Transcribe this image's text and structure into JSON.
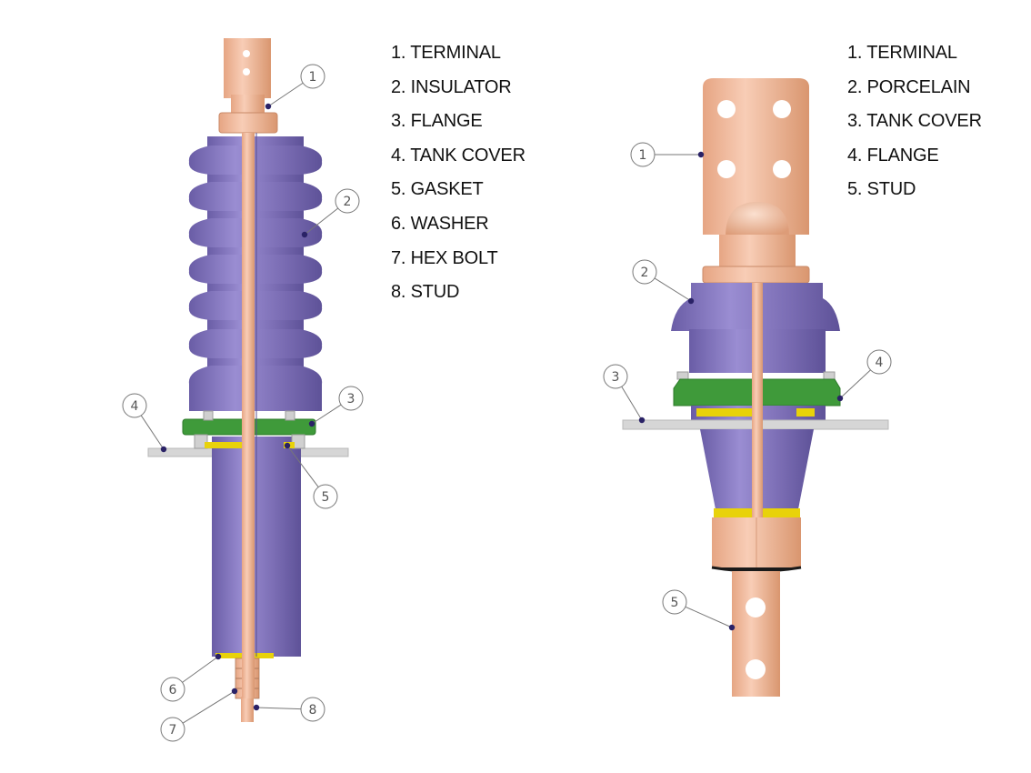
{
  "left_diagram": {
    "legend": [
      "1. TERMINAL",
      "2. INSULATOR",
      "3. FLANGE",
      "4. TANK COVER",
      "5. GASKET",
      "6. WASHER",
      "7. HEX BOLT",
      "8. STUD"
    ],
    "callouts": [
      "1",
      "2",
      "3",
      "4",
      "5",
      "6",
      "7",
      "8"
    ]
  },
  "right_diagram": {
    "legend": [
      "1. TERMINAL",
      "2. PORCELAIN",
      "3. TANK COVER",
      "4. FLANGE",
      "5. STUD"
    ],
    "callouts": [
      "1",
      "2",
      "3",
      "4",
      "5"
    ]
  },
  "colors": {
    "copper": "#eeb497",
    "copper_dark": "#c98a68",
    "porcelain": "#7b6db4",
    "porcelain_light": "#9a8dd0",
    "flange": "#3f9a3a",
    "gasket": "#e8d20a",
    "tank_cover": "#d3d3d3",
    "leader_dot": "#2a2266",
    "callout_stroke": "#777777"
  }
}
